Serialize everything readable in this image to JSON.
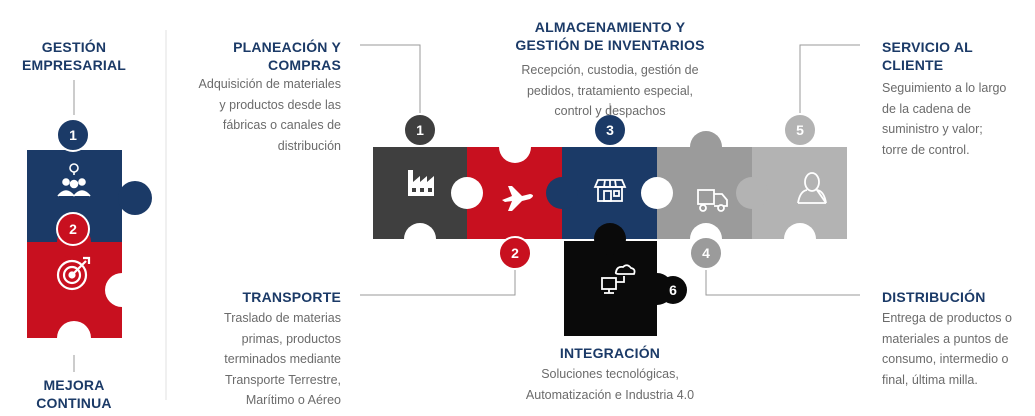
{
  "colors": {
    "navy": "#1b3a67",
    "red": "#c8101f",
    "dark": "#3f3f3f",
    "gray": "#9b9b9b",
    "lightgray": "#b3b3b3",
    "black": "#0a0a0a"
  },
  "left": {
    "top_title": "GESTIÓN\nEMPRESARIAL",
    "bottom_title": "MEJORA\nCONTINUA",
    "piece1": {
      "number": "1",
      "icon": "team-idea-icon",
      "color": "navy"
    },
    "piece2": {
      "number": "2",
      "icon": "target-icon",
      "color": "red"
    }
  },
  "steps": [
    {
      "number": "1",
      "title": "PLANEACIÓN Y\nCOMPRAS",
      "description": "Adquisición de materiales\ny productos desde las\nfábricas o canales de\ndistribución",
      "icon": "factory-icon",
      "color": "dark"
    },
    {
      "number": "2",
      "title": "TRANSPORTE",
      "description": "Traslado de materias\nprimas, productos\nterminados mediante\nTransporte Terrestre,\nMarítimo o Aéreo",
      "icon": "airplane-icon",
      "color": "red"
    },
    {
      "number": "3",
      "title": "ALMACENAMIENTO Y\nGESTIÓN DE INVENTARIOS",
      "description": "Recepción, custodia, gestión de\npedidos, tratamiento especial,\ncontrol y despachos",
      "icon": "store-icon",
      "color": "navy"
    },
    {
      "number": "4",
      "title": "DISTRIBUCIÓN",
      "description": "Entrega de productos o\nmateriales a puntos de\nconsumo, intermedio o\nfinal, última milla.",
      "icon": "truck-icon",
      "color": "gray"
    },
    {
      "number": "5",
      "title": "SERVICIO AL\nCLIENTE",
      "description": "Seguimiento a lo largo\nde la cadena de\nsuministro y valor;\ntorre de control.",
      "icon": "person-icon",
      "color": "lightgray"
    },
    {
      "number": "6",
      "title": "INTEGRACIÓN",
      "description": "Soluciones tecnológicas,\nAutomatización e Industria 4.0",
      "icon": "cloud-computer-icon",
      "color": "black"
    }
  ]
}
